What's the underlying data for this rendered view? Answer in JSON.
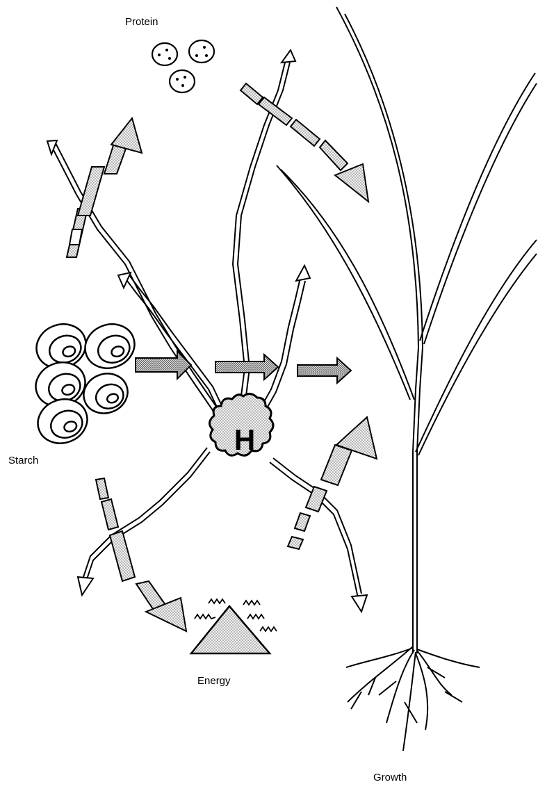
{
  "labels": {
    "protein": "Protein",
    "starch": "Starch",
    "energy": "Energy",
    "growth": "Growth",
    "hormone": "H"
  },
  "icons": {
    "protein": "protein-granules-icon",
    "starch": "starch-granules-icon",
    "energy": "energy-triangle-icon",
    "hormone": "hormone-blob-icon",
    "plant": "grass-plant-icon"
  },
  "colors": {
    "ink": "#000000",
    "stipple": "#c9c9c9",
    "background": "#ffffff"
  }
}
